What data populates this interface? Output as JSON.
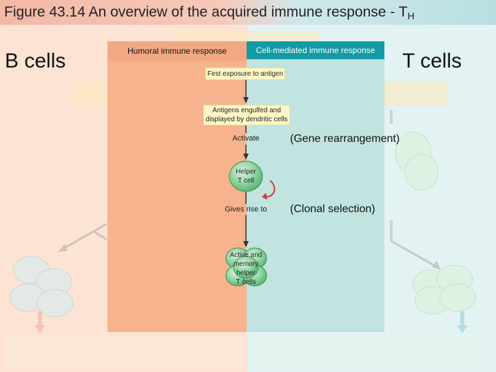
{
  "title": {
    "main": "Figure 43.14 An overview of the acquired immune response - T",
    "subscript": "H"
  },
  "labels": {
    "b_cells": "B cells",
    "t_cells": "T cells"
  },
  "headers": {
    "humoral": "Humoral immune response",
    "cell_mediated": "Cell-mediated immune response"
  },
  "flow": {
    "first_exposure": "First exposure to antigen",
    "antigens_line1": "Antigens engulfed and",
    "antigens_line2": "displayed by dendritic cells",
    "activate": "Activate",
    "helper_line1": "Helper",
    "helper_line2": "T cell",
    "gives_rise": "Gives rise to",
    "memory_line1": "Active and",
    "memory_line2": "memory",
    "memory_line3": "helper",
    "memory_line4": "T cells"
  },
  "notes": {
    "gene": "(Gene rearrangement)",
    "clonal": "(Clonal selection)"
  },
  "colors": {
    "cell_mediated_header": "#129aa5",
    "humoral_panel": "#f6b38d",
    "cell_mediated_panel": "#c1e4e0"
  }
}
